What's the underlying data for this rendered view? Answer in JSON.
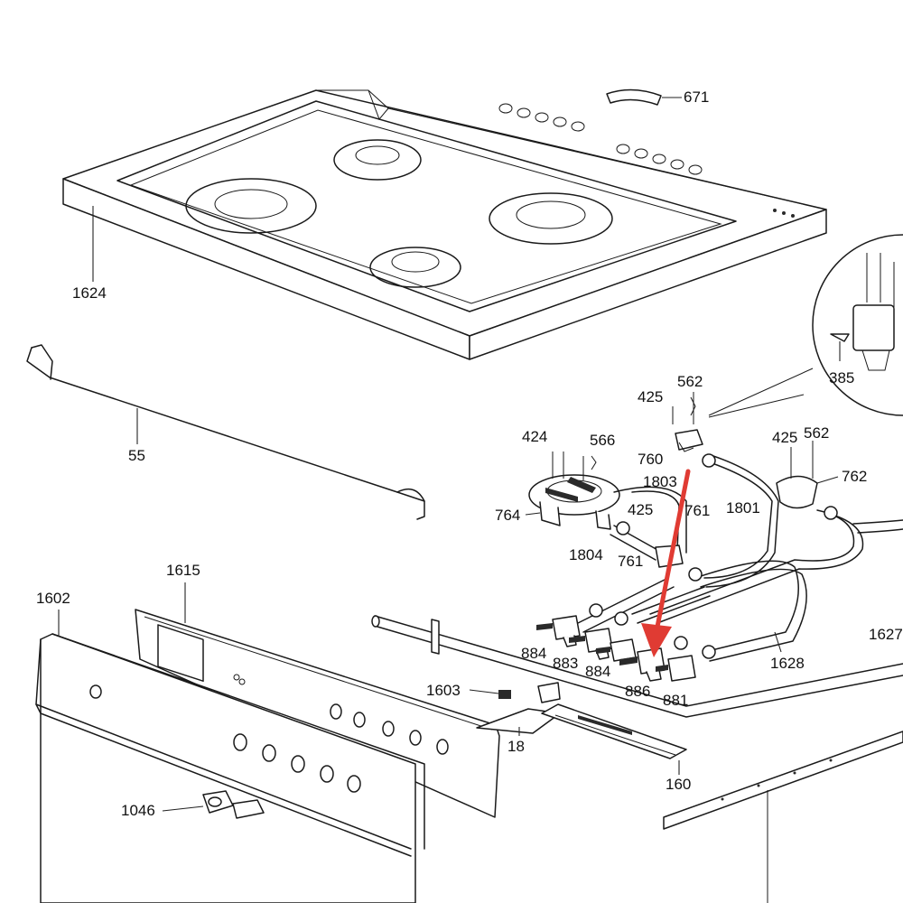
{
  "colors": {
    "arrow": "#e03b33",
    "line": "#1a1a1a",
    "background": "#ffffff"
  },
  "labels": {
    "p671": "671",
    "p1624": "1624",
    "p55": "55",
    "p562a": "562",
    "p425a": "425",
    "p385": "385",
    "p424": "424",
    "p566": "566",
    "p760": "760",
    "p425b": "425",
    "p562b": "562",
    "p762": "762",
    "p1803": "1803",
    "p764": "764",
    "p425c": "425",
    "p761a": "761",
    "p1801": "1801",
    "p1804": "1804",
    "p761b": "761",
    "p1615": "1615",
    "p1602": "1602",
    "p884a": "884",
    "p883": "883",
    "p884b": "884",
    "p1628": "1628",
    "p1627": "1627",
    "p1603": "1603",
    "p886": "886",
    "p881": "881",
    "p18": "18",
    "p160": "160",
    "p1046": "1046"
  }
}
